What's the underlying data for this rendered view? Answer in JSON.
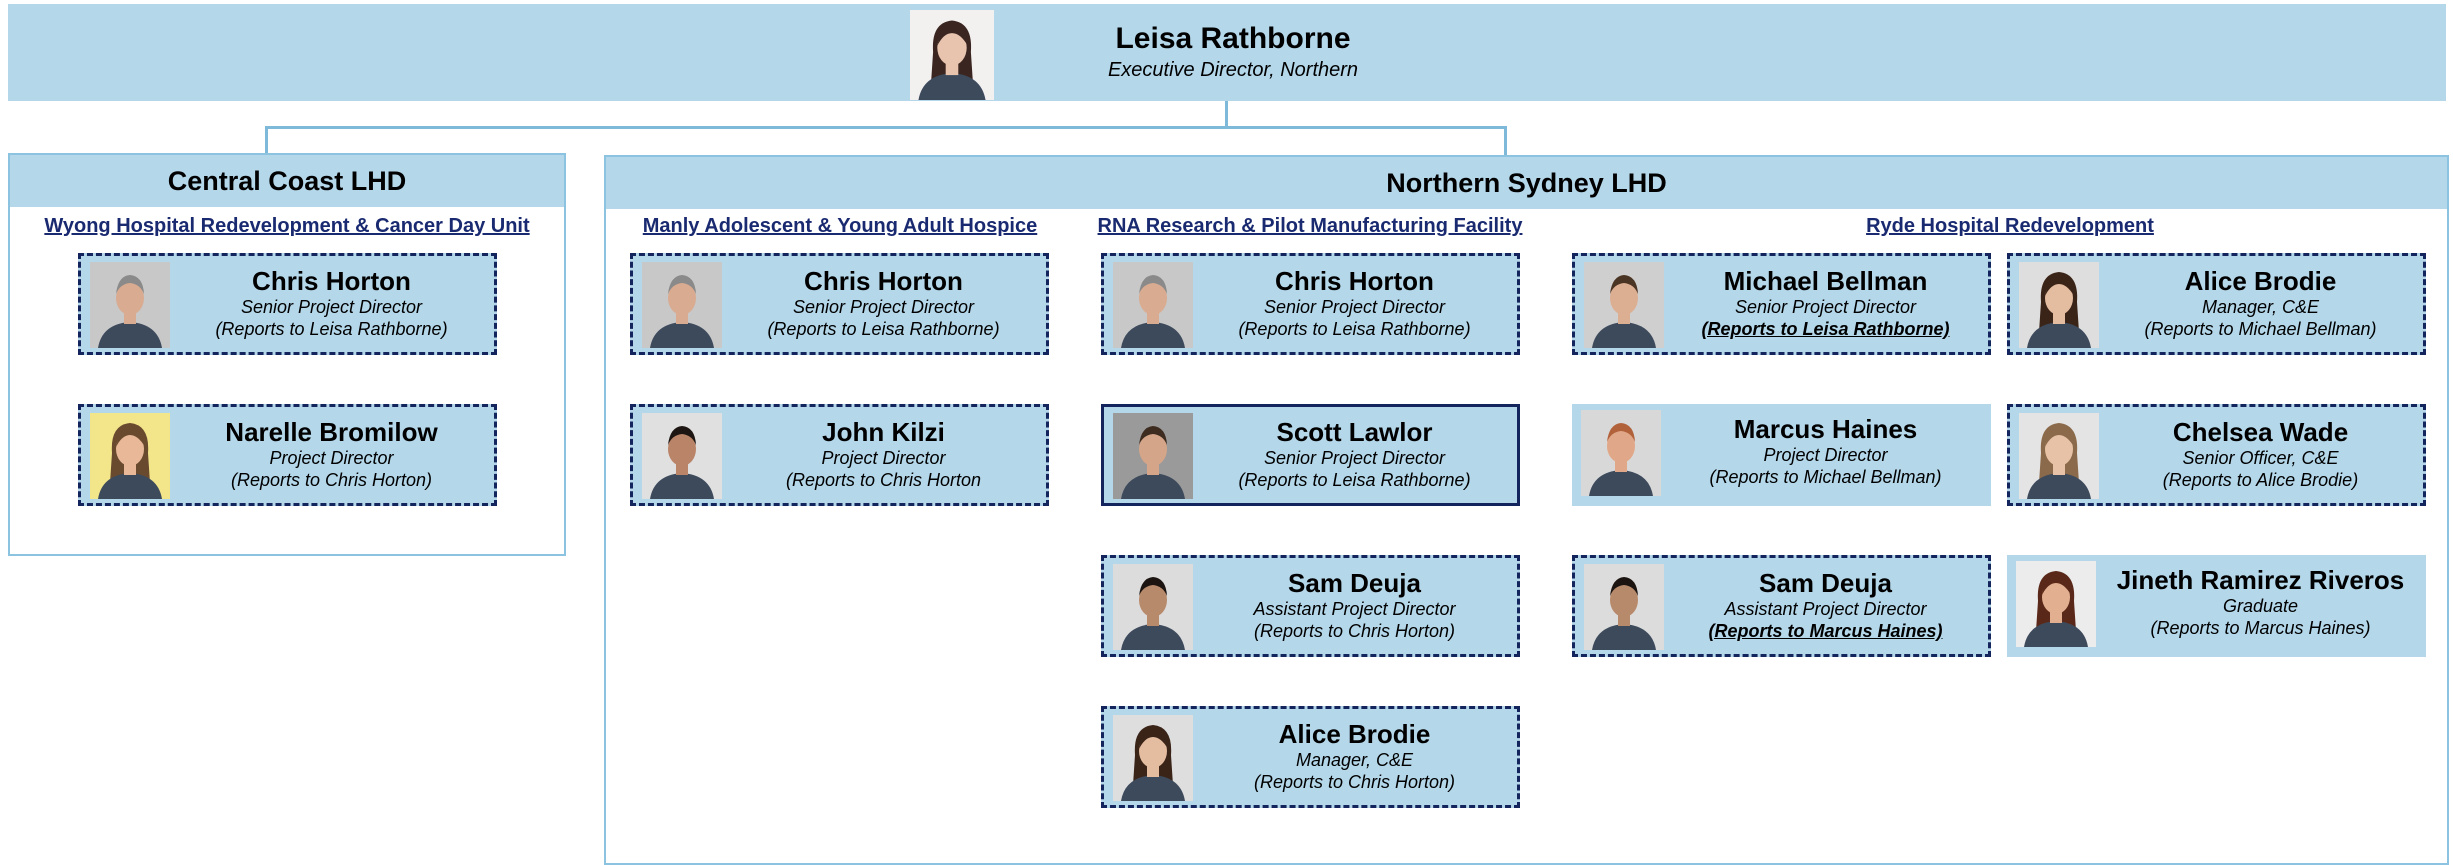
{
  "executive": {
    "name": "Leisa Rathborne",
    "title": "Executive Director, Northern",
    "photo_icon": "woman-portrait-photo",
    "skin": "#e8c4ae",
    "hair": "#3a2520",
    "bg": "#f3f0f0"
  },
  "central": {
    "title": "Central Coast LHD",
    "projects": [
      {
        "name": "Wyong Hospital Redevelopment & Cancer Day Unit",
        "people": [
          {
            "name": "Chris Horton",
            "role": "Senior Project Director",
            "reports": "(Reports to Leisa Rathborne)",
            "skin": "#d9ab90",
            "hair": "#8a8a8a",
            "bg": "#c8c8c8"
          },
          {
            "name": "Narelle Bromilow",
            "role": "Project Director",
            "reports": "(Reports to Chris Horton)",
            "skin": "#e8b898",
            "hair": "#6a4a2e",
            "bg": "#f2e58a"
          }
        ]
      }
    ]
  },
  "northern": {
    "title": "Northern Sydney LHD",
    "projects": [
      {
        "name": "Manly Adolescent & Young Adult Hospice",
        "people": [
          {
            "name": "Chris Horton",
            "role": "Senior Project Director",
            "reports": "(Reports to Leisa Rathborne)",
            "skin": "#d9ab90",
            "hair": "#8a8a8a",
            "bg": "#c8c8c8"
          },
          {
            "name": "John Kilzi",
            "role": "Project Director",
            "reports": "(Reports to Chris Horton",
            "skin": "#b98468",
            "hair": "#1e1612",
            "bg": "#e0e0e0"
          }
        ]
      },
      {
        "name": "RNA Research & Pilot Manufacturing Facility",
        "people": [
          {
            "name": "Chris Horton",
            "role": "Senior Project Director",
            "reports": "(Reports to Leisa Rathborne)",
            "skin": "#d9ab90",
            "hair": "#8a8a8a",
            "bg": "#c8c8c8"
          },
          {
            "name": "Scott Lawlor",
            "role": "Senior Project Director",
            "reports": "(Reports to Leisa Rathborne)",
            "skin": "#d4a588",
            "hair": "#3e2c20",
            "bg": "#9a9a9a"
          },
          {
            "name": "Sam Deuja",
            "role": "Assistant Project Director",
            "reports": "(Reports to Chris Horton)",
            "skin": "#b88a6c",
            "hair": "#1c1410",
            "bg": "#dcdcdc"
          },
          {
            "name": "Alice Brodie",
            "role": "Manager, C&E",
            "reports": "(Reports to Chris Horton)",
            "skin": "#e4bca0",
            "hair": "#3a2418",
            "bg": "#dedede"
          }
        ]
      },
      {
        "name": "Ryde Hospital Redevelopment",
        "people": [
          {
            "name": "Michael Bellman",
            "role": "Senior Project Director",
            "reports": "(Reports to Leisa Rathborne)",
            "skin": "#dcae92",
            "hair": "#4a3424",
            "bg": "#cfcfcf"
          },
          {
            "name": "Alice Brodie",
            "role": "Manager, C&E",
            "reports": "(Reports to Michael Bellman)",
            "skin": "#e4bca0",
            "hair": "#3a2418",
            "bg": "#dedede"
          },
          {
            "name": "Marcus Haines",
            "role": "Project Director",
            "reports": "(Reports to Michael Bellman)",
            "skin": "#e0a888",
            "hair": "#b2623a",
            "bg": "#d8d8d8"
          },
          {
            "name": "Chelsea Wade",
            "role": "Senior Officer, C&E",
            "reports": "(Reports to Alice Brodie)",
            "skin": "#e8c2a6",
            "hair": "#8a6a4a",
            "bg": "#e4e4e4"
          },
          {
            "name": "Sam Deuja",
            "role": "Assistant Project Director",
            "reports": "(Reports to Marcus Haines)",
            "skin": "#b88a6c",
            "hair": "#1c1410",
            "bg": "#dcdcdc"
          },
          {
            "name": "Jineth Ramirez Riveros",
            "role": "Graduate",
            "reports": "(Reports to Marcus Haines)",
            "skin": "#e2b090",
            "hair": "#5a2818",
            "bg": "#ececec"
          }
        ]
      }
    ]
  }
}
